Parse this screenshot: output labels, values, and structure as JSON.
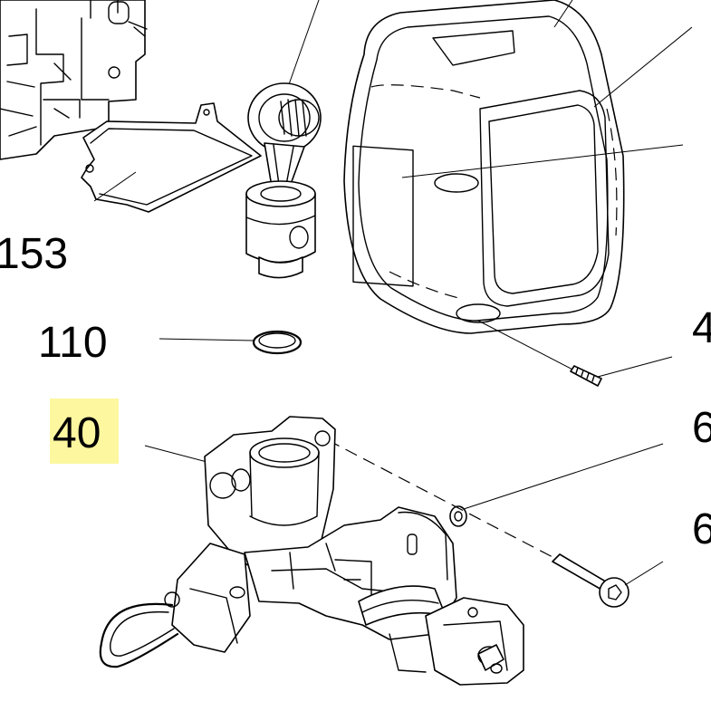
{
  "callouts": {
    "c153": "153",
    "c110": "110",
    "c40": "40",
    "c4_partial": "4",
    "c6a_partial": "6",
    "c6b_partial": "6"
  },
  "highlight_color": "#fdf7a0"
}
